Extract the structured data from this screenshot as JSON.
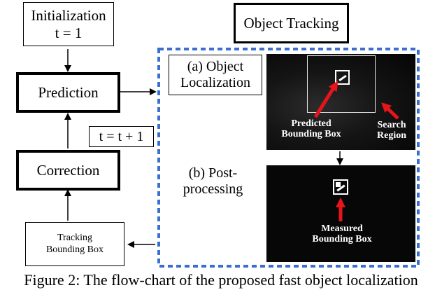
{
  "nodes": {
    "initialization": "Initialization\nt = 1",
    "prediction": "Prediction",
    "increment": "t = t + 1",
    "correction": "Correction",
    "tracking_box": "Tracking\nBounding Box",
    "object_tracking": "Object Tracking",
    "localization": "(a) Object\nLocalization",
    "postprocessing": "(b) Post-\nprocessing"
  },
  "annotations": {
    "predicted_box": "Predicted\nBounding Box",
    "search_region": "Search\nRegion",
    "measured_box": "Measured\nBounding Box"
  },
  "caption": "Figure 2: The flow-chart of the proposed fast object localization",
  "colors": {
    "dashed_border": "#3a6fd1",
    "pointer_arrow": "#e8141b",
    "panel_background": "#070707"
  }
}
